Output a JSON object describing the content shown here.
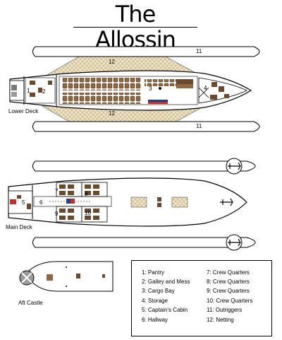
{
  "title": "The Allossin",
  "deck_labels": {
    "lower": "Lower Deck",
    "main": "Main Deck",
    "aft": "Aft Castle"
  },
  "room_numbers": {
    "pantry": "1",
    "galley": "2",
    "cargo_bay": "3",
    "storage": "4",
    "captains_cabin": "5",
    "hallway": "6",
    "crew_quarters_7": "7",
    "crew_quarters_8": "8",
    "crew_quarters_9": "9",
    "crew_quarters_10": "10",
    "outrigger": "11",
    "netting": "12"
  },
  "legend": {
    "items": [
      "1: Pantry",
      "2: Galley and Mess",
      "3: Cargo Bay",
      "4: Storage",
      "5: Captain's Cabin",
      "6: Hallway",
      "7: Crew Quarters",
      "8: Crew Quarters",
      "9: Crew Quarters",
      "10: Crew Quarters",
      "11: Outriggers",
      "12: Netting"
    ]
  },
  "colors": {
    "netting_fill": "#e8dcc0",
    "hull_fill": "#ffffff",
    "crate_fill": "#6b4a2c",
    "crate_light": "#b08a5c",
    "flag_red": "#c0302a",
    "flag_blue": "#283c8c"
  }
}
